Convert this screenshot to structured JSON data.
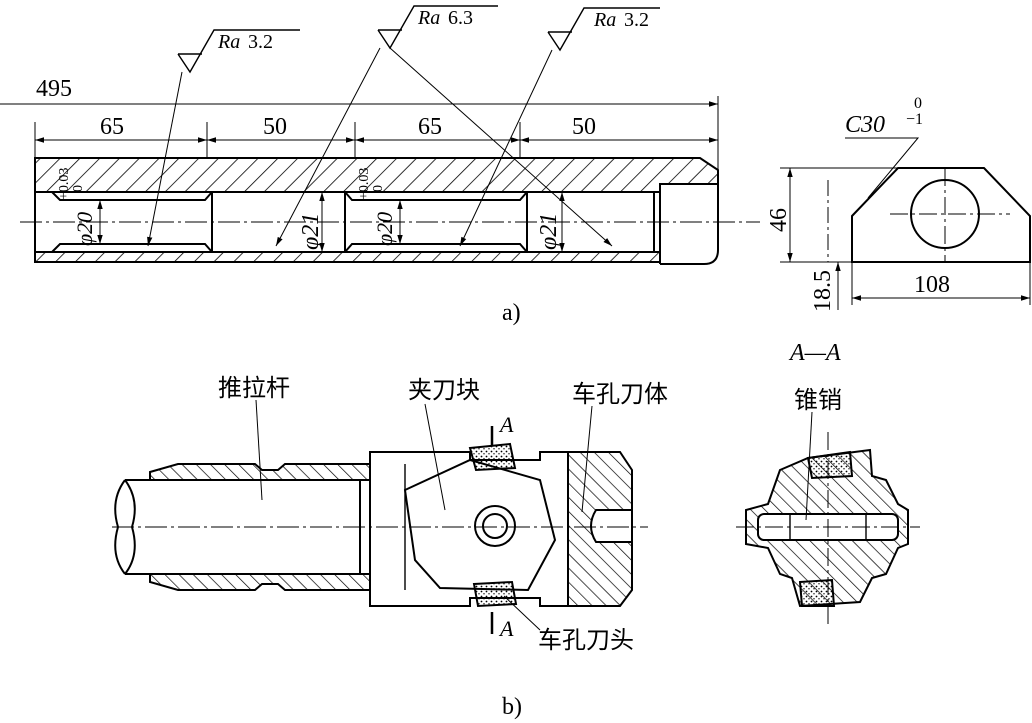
{
  "part_a": {
    "caption": "a)",
    "roughness": [
      {
        "label": "Ra",
        "value": "3.2"
      },
      {
        "label": "Ra",
        "value": "6.3"
      },
      {
        "label": "Ra",
        "value": "3.2"
      }
    ],
    "overall_length": "495",
    "segments": [
      "65",
      "50",
      "65",
      "50"
    ],
    "bore_labels": [
      {
        "dia": "φ20",
        "upper": "+0.03",
        "lower": "0"
      },
      {
        "dia": "φ21"
      },
      {
        "dia": "φ20",
        "upper": "+0.03",
        "lower": "0"
      },
      {
        "dia": "φ21"
      }
    ],
    "chamfer": {
      "label": "C30",
      "upper": "0",
      "lower": "−1"
    },
    "section_height": "46",
    "offset": "18.5",
    "section_width": "108"
  },
  "part_b": {
    "caption": "b)",
    "section_title": "A—A",
    "section_marker": "A",
    "labels": {
      "push_rod": "推拉杆",
      "clamp_block": "夹刀块",
      "boring_body": "车孔刀体",
      "cutter_head": "车孔刀头",
      "taper_pin": "锥销"
    }
  }
}
